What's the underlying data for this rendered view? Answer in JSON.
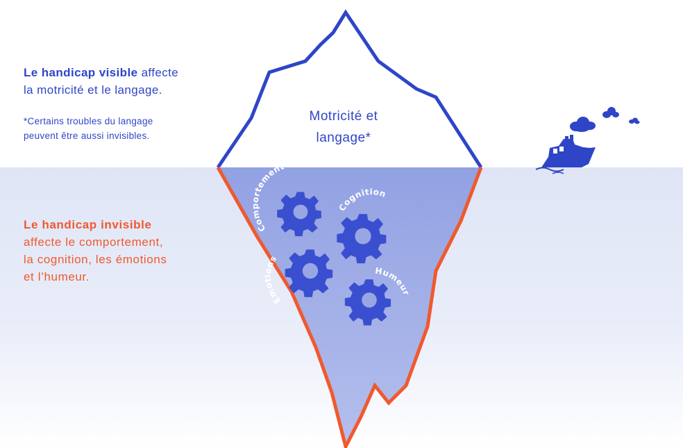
{
  "visible": {
    "title": "Le handicap visible",
    "text_line1": "affecte",
    "text_line2": "la motricité et le langage.",
    "footnote_line1": "*Certains troubles du langage",
    "footnote_line2": "peuvent être aussi invisibles."
  },
  "iceberg_tip": {
    "line1": "Motricité et",
    "line2": "langage*"
  },
  "invisible": {
    "title": "Le handicap invisible",
    "line1": "affecte le comportement,",
    "line2": "la cognition, les émotions",
    "line3": "et l’humeur."
  },
  "gears": {
    "comportement": "Comportement",
    "cognition": "Cognition",
    "emotions": "Émotions",
    "humeur": "Humeur"
  },
  "colors": {
    "blue": "#2f45c8",
    "orange": "#f0592e",
    "iceberg_underwater": "#98a6e4",
    "gear": "#3a4fcf"
  },
  "icons": {
    "ship": "ship-icon",
    "smoke": "smoke-cloud-icon",
    "gear": "gear-icon"
  }
}
